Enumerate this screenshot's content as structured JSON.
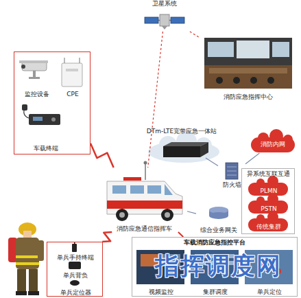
{
  "diagram": {
    "nodes": [
      {
        "text": [
          "卫星系统"
        ]
      },
      {
        "text": [
          "消防应急指挥中心"
        ]
      },
      {
        "text": []
      },
      {
        "text": [
          "监控设备"
        ],
        "in": 2
      },
      {
        "text": [
          "CPE"
        ],
        "in": 2
      },
      {
        "text": [
          "车载终端"
        ],
        "in": 2
      },
      {
        "text": [
          "DTm-LTE宽带应急一体站"
        ]
      },
      {
        "text": [
          "防火墙"
        ]
      },
      {
        "text": [
          "消防内网"
        ]
      },
      {
        "text": [
          "异系统互联互通"
        ]
      },
      {
        "text": [
          "PLMN"
        ],
        "in": 9
      },
      {
        "text": [
          "PSTN"
        ],
        "in": 9
      },
      {
        "text": [
          "传统集群"
        ],
        "in": 9
      },
      {
        "text": [
          "消防应急通信指挥车"
        ]
      },
      {
        "text": [
          "综合业务网关"
        ]
      },
      {
        "text": []
      },
      {
        "text": [
          "单兵手持终端"
        ],
        "in": 15
      },
      {
        "text": [
          "单兵背负"
        ],
        "in": 15
      },
      {
        "text": [
          "单兵定位器"
        ],
        "in": 15
      },
      {
        "text": [
          "车载消防应急指控平台"
        ]
      },
      {
        "text": [
          "视频监控"
        ],
        "in": 19
      },
      {
        "text": [
          "集群调度"
        ],
        "in": 19
      },
      {
        "text": [
          "单兵定位"
        ],
        "in": 19
      }
    ],
    "edges": [
      {
        "from": 0,
        "to": 1,
        "arrow": "none"
      },
      {
        "from": 0,
        "to": 13,
        "arrow": "none"
      },
      {
        "from": 2,
        "to": 13,
        "arrow": "none"
      },
      {
        "from": 15,
        "to": 13,
        "arrow": "none"
      },
      {
        "from": 6,
        "to": 7,
        "arrow": "none"
      },
      {
        "from": 7,
        "to": 8,
        "arrow": "none"
      },
      {
        "from": 13,
        "to": 14,
        "arrow": "none"
      },
      {
        "from": 14,
        "to": 9,
        "arrow": "none"
      },
      {
        "from": 13,
        "to": 19,
        "arrow": "none"
      }
    ],
    "labels": [
      "指挥调度网"
    ]
  }
}
